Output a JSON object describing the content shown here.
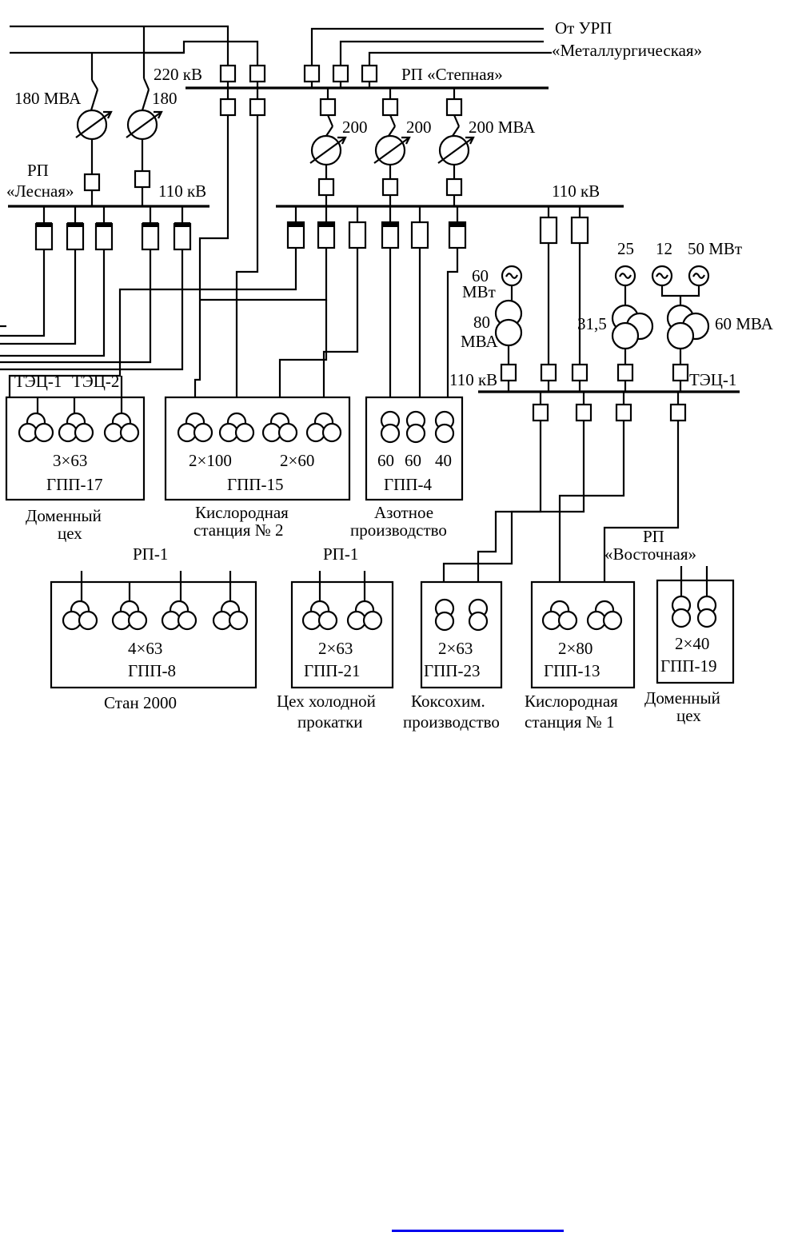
{
  "labels": {
    "ot_urp": "От УРП",
    "metallurg": "«Металлургическая»",
    "v220": "220 кВ",
    "rp_stepnaya": "РП «Степная»",
    "mva180_a": "180 МВА",
    "mva180_b": "180",
    "mva200_a": "200",
    "mva200_b": "200",
    "mva200_c": "200 МВА",
    "rp_lesnaya_1": "РП",
    "rp_lesnaya_2": "«Лесная»",
    "v110_left": "110 кВ",
    "v110_mid": "110 кВ",
    "gen_25": "25",
    "gen_12": "12",
    "gen_50": "50 МВт",
    "gen60_1": "60",
    "gen60_2": "МВт",
    "t80_1": "80",
    "t80_2": "МВА",
    "t31": "31,5",
    "t60mva": "60 МВА",
    "v110_tec": "110 кВ",
    "tec1_right": "ТЭЦ-1",
    "tec1_left": "ТЭЦ-1",
    "tec2_left": "ТЭЦ-2",
    "rp_vost_1": "РП",
    "rp_vost_2": "«Восточная»",
    "rp1_a": "РП-1",
    "rp1_b": "РП-1"
  },
  "substations": {
    "gpp17": {
      "rating": "3×63",
      "name": "ГПП-17",
      "caption1": "Доменный",
      "caption2": "цех"
    },
    "gpp15": {
      "rating_a": "2×100",
      "rating_b": "2×60",
      "name": "ГПП-15",
      "caption1": "Кислородная",
      "caption2": "станция № 2"
    },
    "gpp4": {
      "r1": "60",
      "r2": "60",
      "r3": "40",
      "name": "ГПП-4",
      "caption1": "Азотное",
      "caption2": "производство"
    },
    "gpp8": {
      "rating": "4×63",
      "name": "ГПП-8",
      "caption1": "Стан 2000"
    },
    "gpp21": {
      "rating": "2×63",
      "name": "ГПП-21",
      "caption1": "Цех холодной",
      "caption2": "прокатки"
    },
    "gpp23": {
      "rating": "2×63",
      "name": "ГПП-23",
      "caption1": "Коксохим.",
      "caption2": "производство"
    },
    "gpp13": {
      "rating": "2×80",
      "name": "ГПП-13",
      "caption1": "Кислородная",
      "caption2": "станция № 1"
    },
    "gpp19": {
      "rating": "2×40",
      "name": "ГПП-19",
      "caption1": "Доменный",
      "caption2": "цех"
    }
  },
  "colors": {
    "ink": "#000000",
    "paper": "#ffffff",
    "link": "#0000ee"
  }
}
